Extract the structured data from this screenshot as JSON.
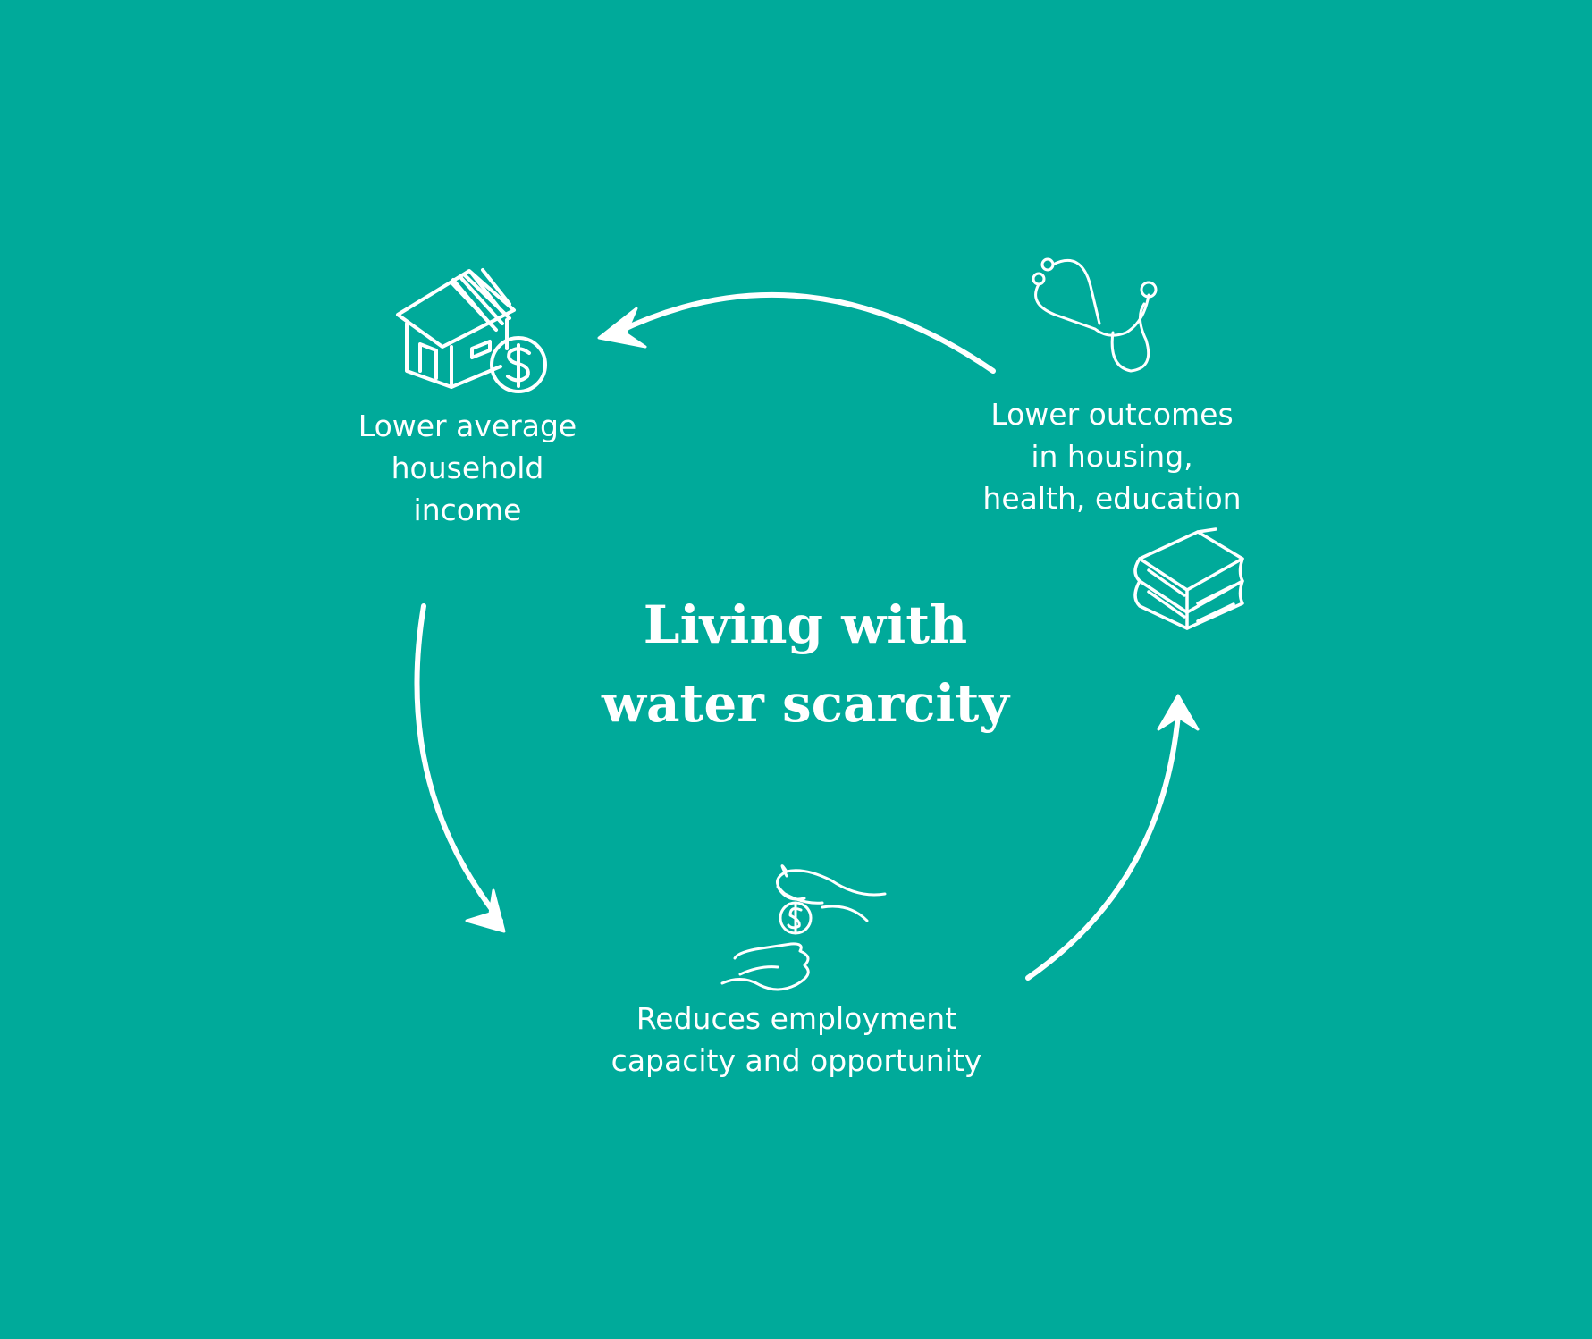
{
  "title": {
    "line1": "Living with",
    "line2": "water scarcity"
  },
  "nodes": [
    {
      "icon": "house-dollar-icon",
      "lines": [
        "Lower average",
        "household",
        "income"
      ]
    },
    {
      "icon": "stethoscope-books-icon",
      "lines": [
        "Lower outcomes",
        "in housing,",
        "health, education"
      ]
    },
    {
      "icon": "hands-coin-icon",
      "lines": [
        "Reduces employment",
        "capacity and opportunity"
      ]
    }
  ],
  "colors": {
    "background": "#00AA9A",
    "foreground": "#FFFFFF"
  }
}
